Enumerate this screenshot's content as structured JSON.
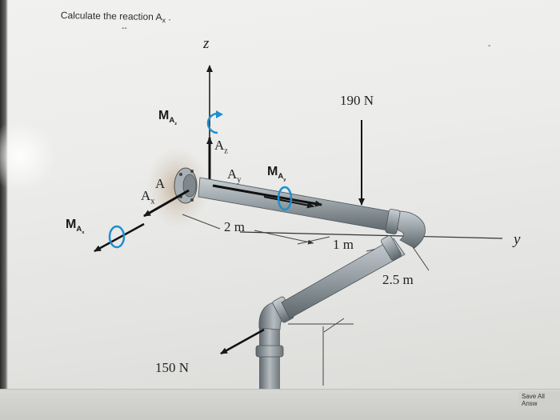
{
  "question": {
    "text": "Calculate the reaction A",
    "subscript": "x",
    "suffix": " .",
    "dash": "--",
    "right_mark": "-"
  },
  "figure": {
    "axis_z": "z",
    "axis_y": "y",
    "force_190": "190 N",
    "force_150": "150 N",
    "dim_2m": "2 m",
    "dim_1m": "1 m",
    "dim_25m": "2.5 m",
    "label_A": "A",
    "label_Ax": {
      "main": "A",
      "sub": "x"
    },
    "label_Ay": {
      "main": "A",
      "sub": "y"
    },
    "label_Az": {
      "main": "A",
      "sub": "z"
    },
    "label_MAx": {
      "main": "M",
      "sub": "A",
      "subsub": "x"
    },
    "label_MAy": {
      "main": "M",
      "sub": "A",
      "subsub": "y"
    },
    "label_MAz": {
      "main": "M",
      "sub": "A",
      "subsub": "z"
    }
  },
  "footer": {
    "save_label": "Save All Answ"
  },
  "colors": {
    "pipe": "#9aa3a8",
    "pipe_dark": "#5d666b",
    "moment_arrow": "#1f8fd0",
    "force_arrow": "#1a1a1a"
  }
}
